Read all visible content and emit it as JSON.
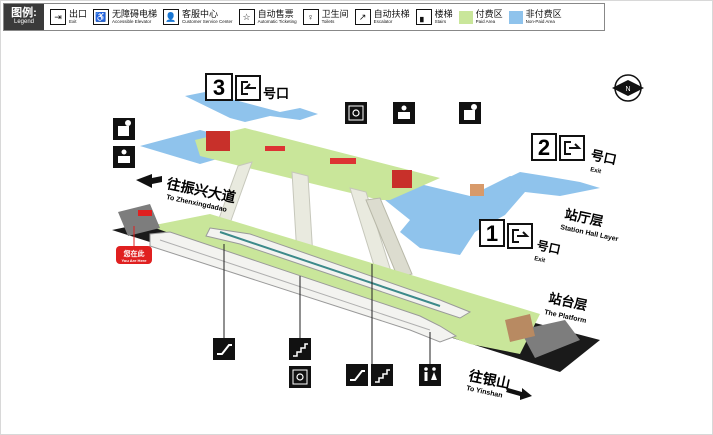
{
  "legend": {
    "title_cn": "图例:",
    "title_en": "Legend",
    "items": [
      {
        "cn": "出口",
        "en": "Exit",
        "icon": "exit-icon"
      },
      {
        "cn": "无障碍电梯",
        "en": "Accessible Elevator",
        "icon": "accessible-elevator-icon"
      },
      {
        "cn": "客服中心",
        "en": "Customer Service Center",
        "icon": "customer-service-icon"
      },
      {
        "cn": "自动售票",
        "en": "Automatic Ticketing",
        "icon": "ticket-machine-icon"
      },
      {
        "cn": "卫生间",
        "en": "Toilets",
        "icon": "toilet-icon"
      },
      {
        "cn": "自动扶梯",
        "en": "Escalator",
        "icon": "escalator-icon"
      },
      {
        "cn": "楼梯",
        "en": "Stairs",
        "icon": "stairs-icon"
      },
      {
        "cn": "付费区",
        "en": "Paid Area",
        "color": "#c9e69a"
      },
      {
        "cn": "非付费区",
        "en": "Non-Paid Area",
        "color": "#8fc3ec"
      }
    ]
  },
  "exits": [
    {
      "number": "3",
      "cn": "号口"
    },
    {
      "number": "2",
      "cn": "号口",
      "en": "Exit"
    },
    {
      "number": "1",
      "cn": "号口",
      "en": "Exit"
    }
  ],
  "directions": {
    "west_cn": "往振兴大道",
    "west_en": "To Zhenxingdadao",
    "east_cn": "往银山",
    "east_en": "To Yinshan"
  },
  "levels": {
    "hall_cn": "站厅层",
    "hall_en": "Station Hall Layer",
    "platform_cn": "站台层",
    "platform_en": "The Platform"
  },
  "you_are_here": {
    "cn": "您在此",
    "en": "You Are Here"
  },
  "compass": {
    "label": "N"
  },
  "colors": {
    "paid": "#c9e69a",
    "non_paid": "#8fc3ec",
    "you_are_here": "#e02020",
    "track": "#1a1a1a"
  }
}
